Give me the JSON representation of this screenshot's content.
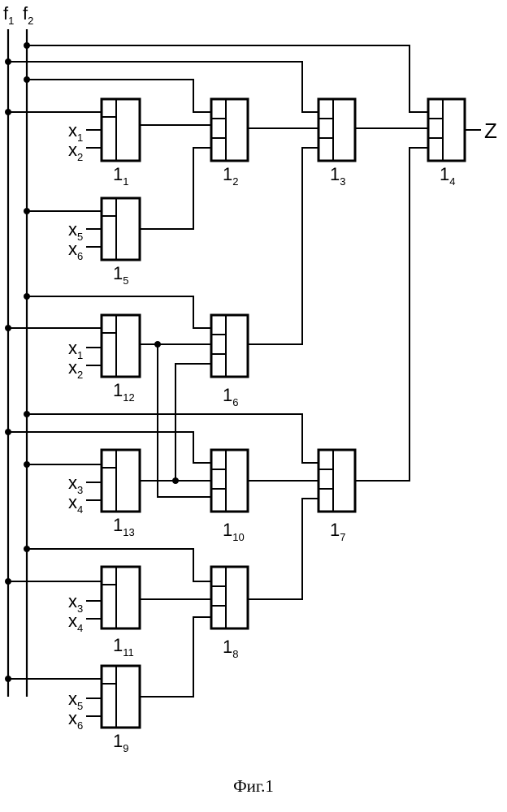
{
  "buses": [
    {
      "main": "f",
      "sub": "1"
    },
    {
      "main": "f",
      "sub": "2"
    }
  ],
  "blocks": [
    {
      "main": "1",
      "sub": "1",
      "inputs": [
        {
          "main": "x",
          "sub": "1"
        },
        {
          "main": "x",
          "sub": "2"
        }
      ]
    },
    {
      "main": "1",
      "sub": "2"
    },
    {
      "main": "1",
      "sub": "3"
    },
    {
      "main": "1",
      "sub": "4"
    },
    {
      "main": "1",
      "sub": "5",
      "inputs": [
        {
          "main": "x",
          "sub": "5"
        },
        {
          "main": "x",
          "sub": "6"
        }
      ]
    },
    {
      "main": "1",
      "sub": "12",
      "inputs": [
        {
          "main": "x",
          "sub": "1"
        },
        {
          "main": "x",
          "sub": "2"
        }
      ]
    },
    {
      "main": "1",
      "sub": "6"
    },
    {
      "main": "1",
      "sub": "13",
      "inputs": [
        {
          "main": "x",
          "sub": "3"
        },
        {
          "main": "x",
          "sub": "4"
        }
      ]
    },
    {
      "main": "1",
      "sub": "10"
    },
    {
      "main": "1",
      "sub": "7"
    },
    {
      "main": "1",
      "sub": "11",
      "inputs": [
        {
          "main": "x",
          "sub": "3"
        },
        {
          "main": "x",
          "sub": "4"
        }
      ]
    },
    {
      "main": "1",
      "sub": "8"
    },
    {
      "main": "1",
      "sub": "9",
      "inputs": [
        {
          "main": "x",
          "sub": "5"
        },
        {
          "main": "x",
          "sub": "6"
        }
      ]
    }
  ],
  "output_label": "Z",
  "caption": "Фиг.1"
}
